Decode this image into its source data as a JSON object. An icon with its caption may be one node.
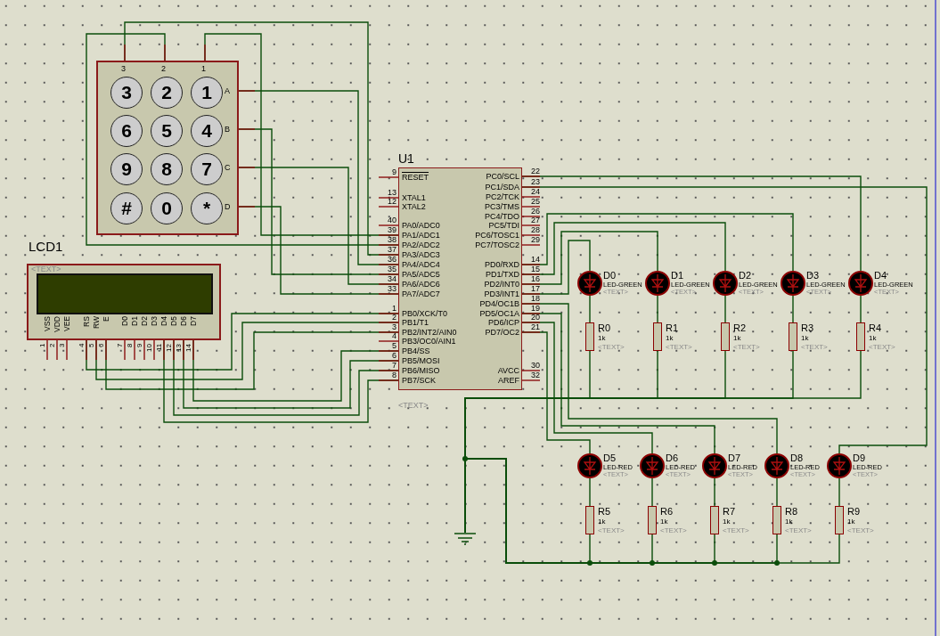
{
  "diagram": {
    "nodes": [
      {
        "text": [
          "3",
          "2",
          "1",
          "A",
          "B",
          "C",
          "D"
        ]
      },
      {
        "text": [
          "3"
        ],
        "in": 0
      },
      {
        "text": [
          "2"
        ],
        "in": 0
      },
      {
        "text": [
          "1"
        ],
        "in": 0
      },
      {
        "text": [
          "6"
        ],
        "in": 0
      },
      {
        "text": [
          "5"
        ],
        "in": 0
      },
      {
        "text": [
          "4"
        ],
        "in": 0
      },
      {
        "text": [
          "9"
        ],
        "in": 0
      },
      {
        "text": [
          "8"
        ],
        "in": 0
      },
      {
        "text": [
          "7"
        ],
        "in": 0
      },
      {
        "text": [
          "#"
        ],
        "in": 0
      },
      {
        "text": [
          "0"
        ],
        "in": 0
      },
      {
        "text": [
          "*"
        ],
        "in": 0
      },
      {
        "text": [
          "LCD1",
          "<TEXT>"
        ]
      },
      {
        "text": [
          "U1",
          "<TEXT>"
        ]
      },
      {
        "text": [
          "D0",
          "LED-GREEN",
          "<TEXT>"
        ]
      },
      {
        "text": [
          "D1",
          "LED-GREEN",
          "<TEXT>"
        ]
      },
      {
        "text": [
          "D2",
          "LED-GREEN",
          "<TEXT>"
        ]
      },
      {
        "text": [
          "D3",
          "LED-GREEN",
          "<TEXT>"
        ]
      },
      {
        "text": [
          "D4",
          "LED-GREEN",
          "<TEXT>"
        ]
      },
      {
        "text": [
          "R0",
          "1k",
          "<TEXT>"
        ]
      },
      {
        "text": [
          "R1",
          "1k",
          "<TEXT>"
        ]
      },
      {
        "text": [
          "R2",
          "1k",
          "<TEXT>"
        ]
      },
      {
        "text": [
          "R3",
          "1k",
          "<TEXT>"
        ]
      },
      {
        "text": [
          "R4",
          "1k",
          "<TEXT>"
        ]
      },
      {
        "text": [
          "D5",
          "LED-RED",
          "<TEXT>"
        ]
      },
      {
        "text": [
          "D6",
          "LED-RED",
          "<TEXT>"
        ]
      },
      {
        "text": [
          "D7",
          "LED-RED",
          "<TEXT>"
        ]
      },
      {
        "text": [
          "D8",
          "LED-RED",
          "<TEXT>"
        ]
      },
      {
        "text": [
          "D9",
          "LED-RED",
          "<TEXT>"
        ]
      },
      {
        "text": [
          "R5",
          "1k",
          "<TEXT>"
        ]
      },
      {
        "text": [
          "R6",
          "1k",
          "<TEXT>"
        ]
      },
      {
        "text": [
          "R7",
          "1k",
          "<TEXT>"
        ]
      },
      {
        "text": [
          "R8",
          "1k",
          "<TEXT>"
        ]
      },
      {
        "text": [
          "R9",
          "1k",
          "<TEXT>"
        ]
      },
      {
        "text": [],
        "shape": "ground"
      }
    ],
    "edges": [
      {
        "from": 0,
        "to": 14,
        "arrow": "none"
      },
      {
        "from": 0,
        "to": 14,
        "arrow": "none"
      },
      {
        "from": 0,
        "to": 14,
        "arrow": "none"
      },
      {
        "from": 0,
        "to": 14,
        "arrow": "none"
      },
      {
        "from": 0,
        "to": 14,
        "arrow": "none"
      },
      {
        "from": 0,
        "to": 14,
        "arrow": "none"
      },
      {
        "from": 0,
        "to": 14,
        "arrow": "none"
      },
      {
        "from": 13,
        "to": 14,
        "arrow": "none"
      },
      {
        "from": 13,
        "to": 14,
        "arrow": "none"
      },
      {
        "from": 13,
        "to": 14,
        "arrow": "none"
      },
      {
        "from": 13,
        "to": 14,
        "arrow": "none"
      },
      {
        "from": 13,
        "to": 14,
        "arrow": "none"
      },
      {
        "from": 13,
        "to": 14,
        "arrow": "none"
      },
      {
        "from": 13,
        "to": 14,
        "arrow": "none"
      },
      {
        "from": 14,
        "to": 15,
        "arrow": "none"
      },
      {
        "from": 14,
        "to": 16,
        "arrow": "none"
      },
      {
        "from": 14,
        "to": 17,
        "arrow": "none"
      },
      {
        "from": 14,
        "to": 18,
        "arrow": "none"
      },
      {
        "from": 14,
        "to": 19,
        "arrow": "none"
      },
      {
        "from": 14,
        "to": 25,
        "arrow": "none"
      },
      {
        "from": 14,
        "to": 26,
        "arrow": "none"
      },
      {
        "from": 14,
        "to": 27,
        "arrow": "none"
      },
      {
        "from": 14,
        "to": 28,
        "arrow": "none"
      },
      {
        "from": 14,
        "to": 29,
        "arrow": "none"
      },
      {
        "from": 15,
        "to": 20,
        "arrow": "none"
      },
      {
        "from": 16,
        "to": 21,
        "arrow": "none"
      },
      {
        "from": 17,
        "to": 22,
        "arrow": "none"
      },
      {
        "from": 18,
        "to": 23,
        "arrow": "none"
      },
      {
        "from": 19,
        "to": 24,
        "arrow": "none"
      },
      {
        "from": 25,
        "to": 30,
        "arrow": "none"
      },
      {
        "from": 26,
        "to": 31,
        "arrow": "none"
      },
      {
        "from": 27,
        "to": 32,
        "arrow": "none"
      },
      {
        "from": 28,
        "to": 33,
        "arrow": "none"
      },
      {
        "from": 29,
        "to": 34,
        "arrow": "none"
      },
      {
        "from": 20,
        "to": 35,
        "arrow": "none"
      },
      {
        "from": 21,
        "to": 35,
        "arrow": "none"
      },
      {
        "from": 22,
        "to": 35,
        "arrow": "none"
      },
      {
        "from": 23,
        "to": 35,
        "arrow": "none"
      },
      {
        "from": 24,
        "to": 35,
        "arrow": "none"
      },
      {
        "from": 30,
        "to": 35,
        "arrow": "none"
      },
      {
        "from": 31,
        "to": 35,
        "arrow": "none"
      },
      {
        "from": 32,
        "to": 35,
        "arrow": "none"
      },
      {
        "from": 33,
        "to": 35,
        "arrow": "none"
      },
      {
        "from": 34,
        "to": 35,
        "arrow": "none"
      }
    ],
    "labels": [
      "VSS",
      "VDD",
      "VEE",
      "RS",
      "RW",
      "E",
      "D0",
      "D1",
      "D2",
      "D3",
      "D4",
      "D5",
      "D6",
      "D7",
      "1",
      "2",
      "3",
      "4",
      "5",
      "6",
      "7",
      "8",
      "9",
      "10",
      "11",
      "12",
      "13",
      "14",
      "9",
      "RESET",
      "13",
      "XTAL1",
      "12",
      "XTAL2",
      "40",
      "PA0/ADC0",
      "39",
      "PA1/ADC1",
      "38",
      "PA2/ADC2",
      "37",
      "PA3/ADC3",
      "36",
      "PA4/ADC4",
      "35",
      "PA5/ADC5",
      "34",
      "PA6/ADC6",
      "33",
      "PA7/ADC7",
      "1",
      "PB0/XCK/T0",
      "2",
      "PB1/T1",
      "3",
      "PB2/INT2/AIN0",
      "4",
      "PB3/OC0/AIN1",
      "5",
      "PB4/SS",
      "6",
      "PB5/MOSI",
      "7",
      "PB6/MISO",
      "8",
      "PB7/SCK",
      "22",
      "PC0/SCL",
      "23",
      "PC1/SDA",
      "24",
      "PC2/TCK",
      "25",
      "PC3/TMS",
      "26",
      "PC4/TDO",
      "27",
      "PC5/TDI",
      "28",
      "PC6/TOSC1",
      "29",
      "PC7/TOSC2",
      "14",
      "PD0/RXD",
      "15",
      "PD1/TXD",
      "16",
      "PD2/INT0",
      "17",
      "PD3/INT1",
      "18",
      "PD4/OC1B",
      "19",
      "PD5/OC1A",
      "20",
      "PD6/ICP",
      "21",
      "PD7/OC2",
      "30",
      "AVCC",
      "32",
      "AREF"
    ]
  }
}
